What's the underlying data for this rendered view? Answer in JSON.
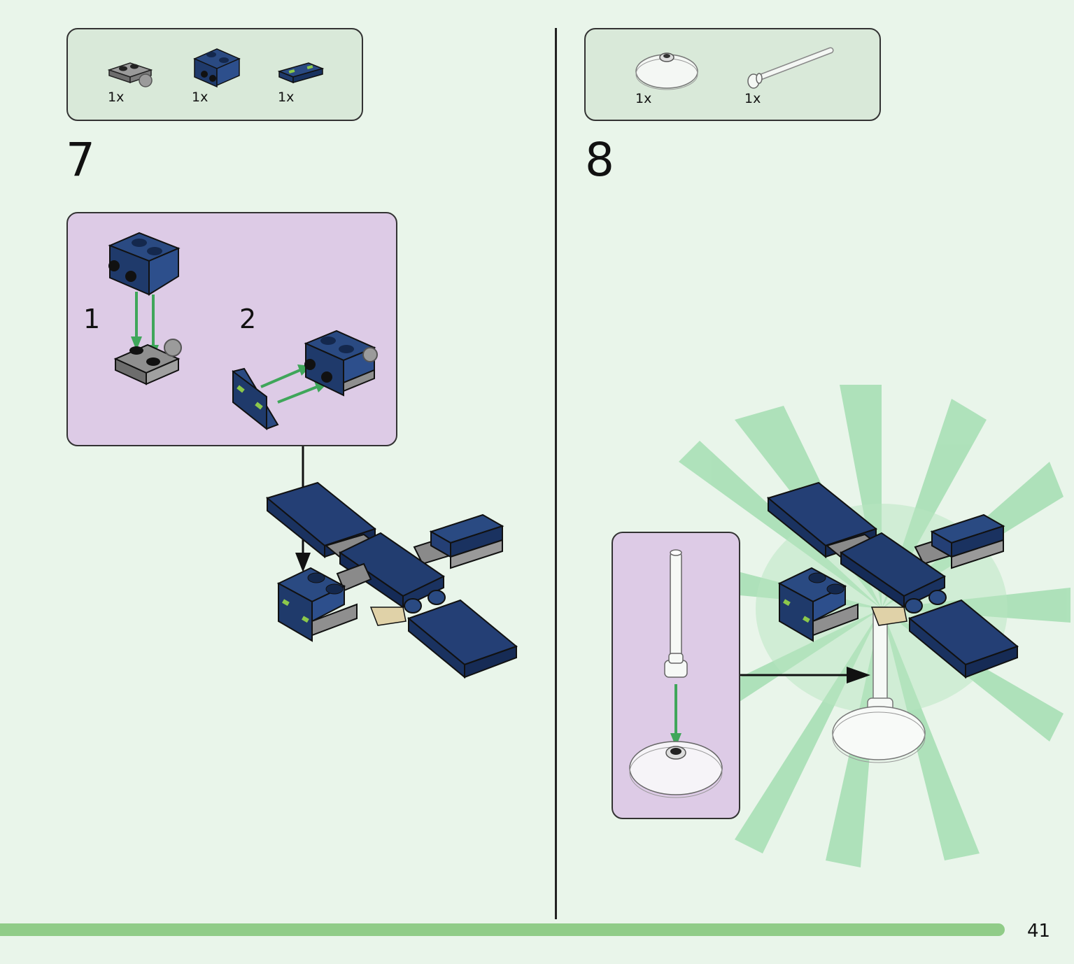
{
  "colors": {
    "background": "#e9f5ea",
    "parts_box": "#d9e9d9",
    "subassembly_box": "#ddcbe6",
    "brick_blue": "#1f3a6b",
    "brick_gray": "#8a8a8a",
    "arrow_green": "#3fa65a",
    "footer_bar": "#90cc88",
    "highlight": "#7fd193"
  },
  "step7": {
    "number": "7",
    "parts": [
      {
        "qty": "1x",
        "icon": "gray-plate-with-ball-icon"
      },
      {
        "qty": "1x",
        "icon": "blue-bracket-brick-icon"
      },
      {
        "qty": "1x",
        "icon": "blue-tile-icon"
      }
    ],
    "substeps": [
      "1",
      "2"
    ]
  },
  "step8": {
    "number": "8",
    "parts": [
      {
        "qty": "1x",
        "icon": "transparent-round-base-icon"
      },
      {
        "qty": "1x",
        "icon": "transparent-bar-icon"
      }
    ]
  },
  "page_number": "41"
}
